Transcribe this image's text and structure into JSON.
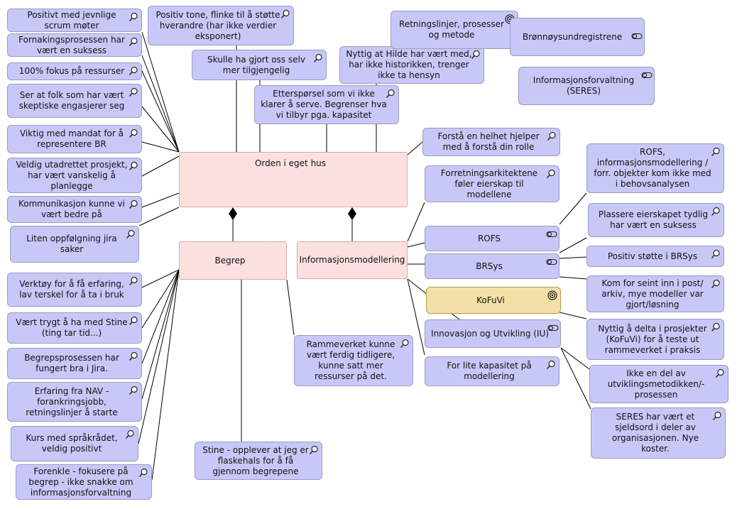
{
  "diagram": {
    "main": {
      "orden": "Orden i eget hus",
      "begrep": "Begrep",
      "info": "Informasjonsmodellering"
    },
    "notes": [
      "Positivt med jevnlige scrum møter",
      "Fornakingsprosessen har vært en suksess",
      "100% fokus på ressurser",
      "Ser at folk som har vært skeptiske engasjerer seg",
      "Viktig med mandat for å representere BR",
      "Veldig utadrettet prosjekt, har vært vanskelig å planlegge",
      "Kommunikasjon kunne vi vært bedre på",
      "Liten oppfølgning jira saker",
      "Positiv tone, flinke til å støtte hverandre (har ikke verdier eksponert)",
      "Skulle ha gjort oss selv mer tilgjengelig",
      "Etterspørsel som vi ikke klarer å serve. Begrenser hva vi tilbyr pga. kapasitet",
      "Nyttig at Hilde har vært med, har ikke historikken, trenger ikke ta hensyn",
      "Forstå en helhet hjelper med å forstå din rolle",
      "Forretningsarkitektene føler eierskap til modellene",
      "ROFS, informasjonsmodellering / forr. objekter kom ikke med i behovsanalysen",
      "Plassere eierskapet tydlig har vært en suksess",
      "Positiv støtte i BRSys",
      "Kom for seint inn i post/ arkiv, mye modeller var gjort/løsning",
      "Nyttig å delta i prosjekter (KoFuVi) for å teste ut rammeverket i praksis",
      "Ikke en del av utviklingsmetodikken/-prosessen",
      "SERES har vært et sjeldsord i deler av organisasjonen. Nye koster.",
      "For lite kapasitet på modellering",
      "Rammeverket kunne vært ferdig tidligere, kunne satt mer ressurser på det.",
      "Stine - opplever at jeg er flaskehals for å få gjennom begrepene",
      "Verktøy for å få erfaring, lav terskel for å ta i bruk",
      "Vært trygt å ha med Stine (ting tar tid...)",
      "Begrepsprosessen har fungert bra i Jira.",
      "Erfaring fra NAV - forankringsjobb, retningslinjer å starte",
      "Kurs med språkrådet, veldig positivt",
      "Forenkle - fokusere på begrep - ikke snakke om informasjonsforvaltning"
    ],
    "apps": {
      "retningslinjer": "Retningslinjer, prosesser og metode",
      "bronnoy": "Brønnøysundregistrene",
      "seres": "Informasjonsforvaltning (SERES)",
      "rofs": "ROFS",
      "brsys": "BRSys",
      "kofuvi": "KoFuVi",
      "iu": "Innovasjon og Utvikling (IU)"
    },
    "icons": {
      "note": "magnifier-icon",
      "app": "toggle-icon",
      "goal": "target-icon"
    },
    "colors": {
      "note": "#c8c8f8",
      "main": "#fce0e0",
      "highlight": "#f4dfa6"
    }
  }
}
